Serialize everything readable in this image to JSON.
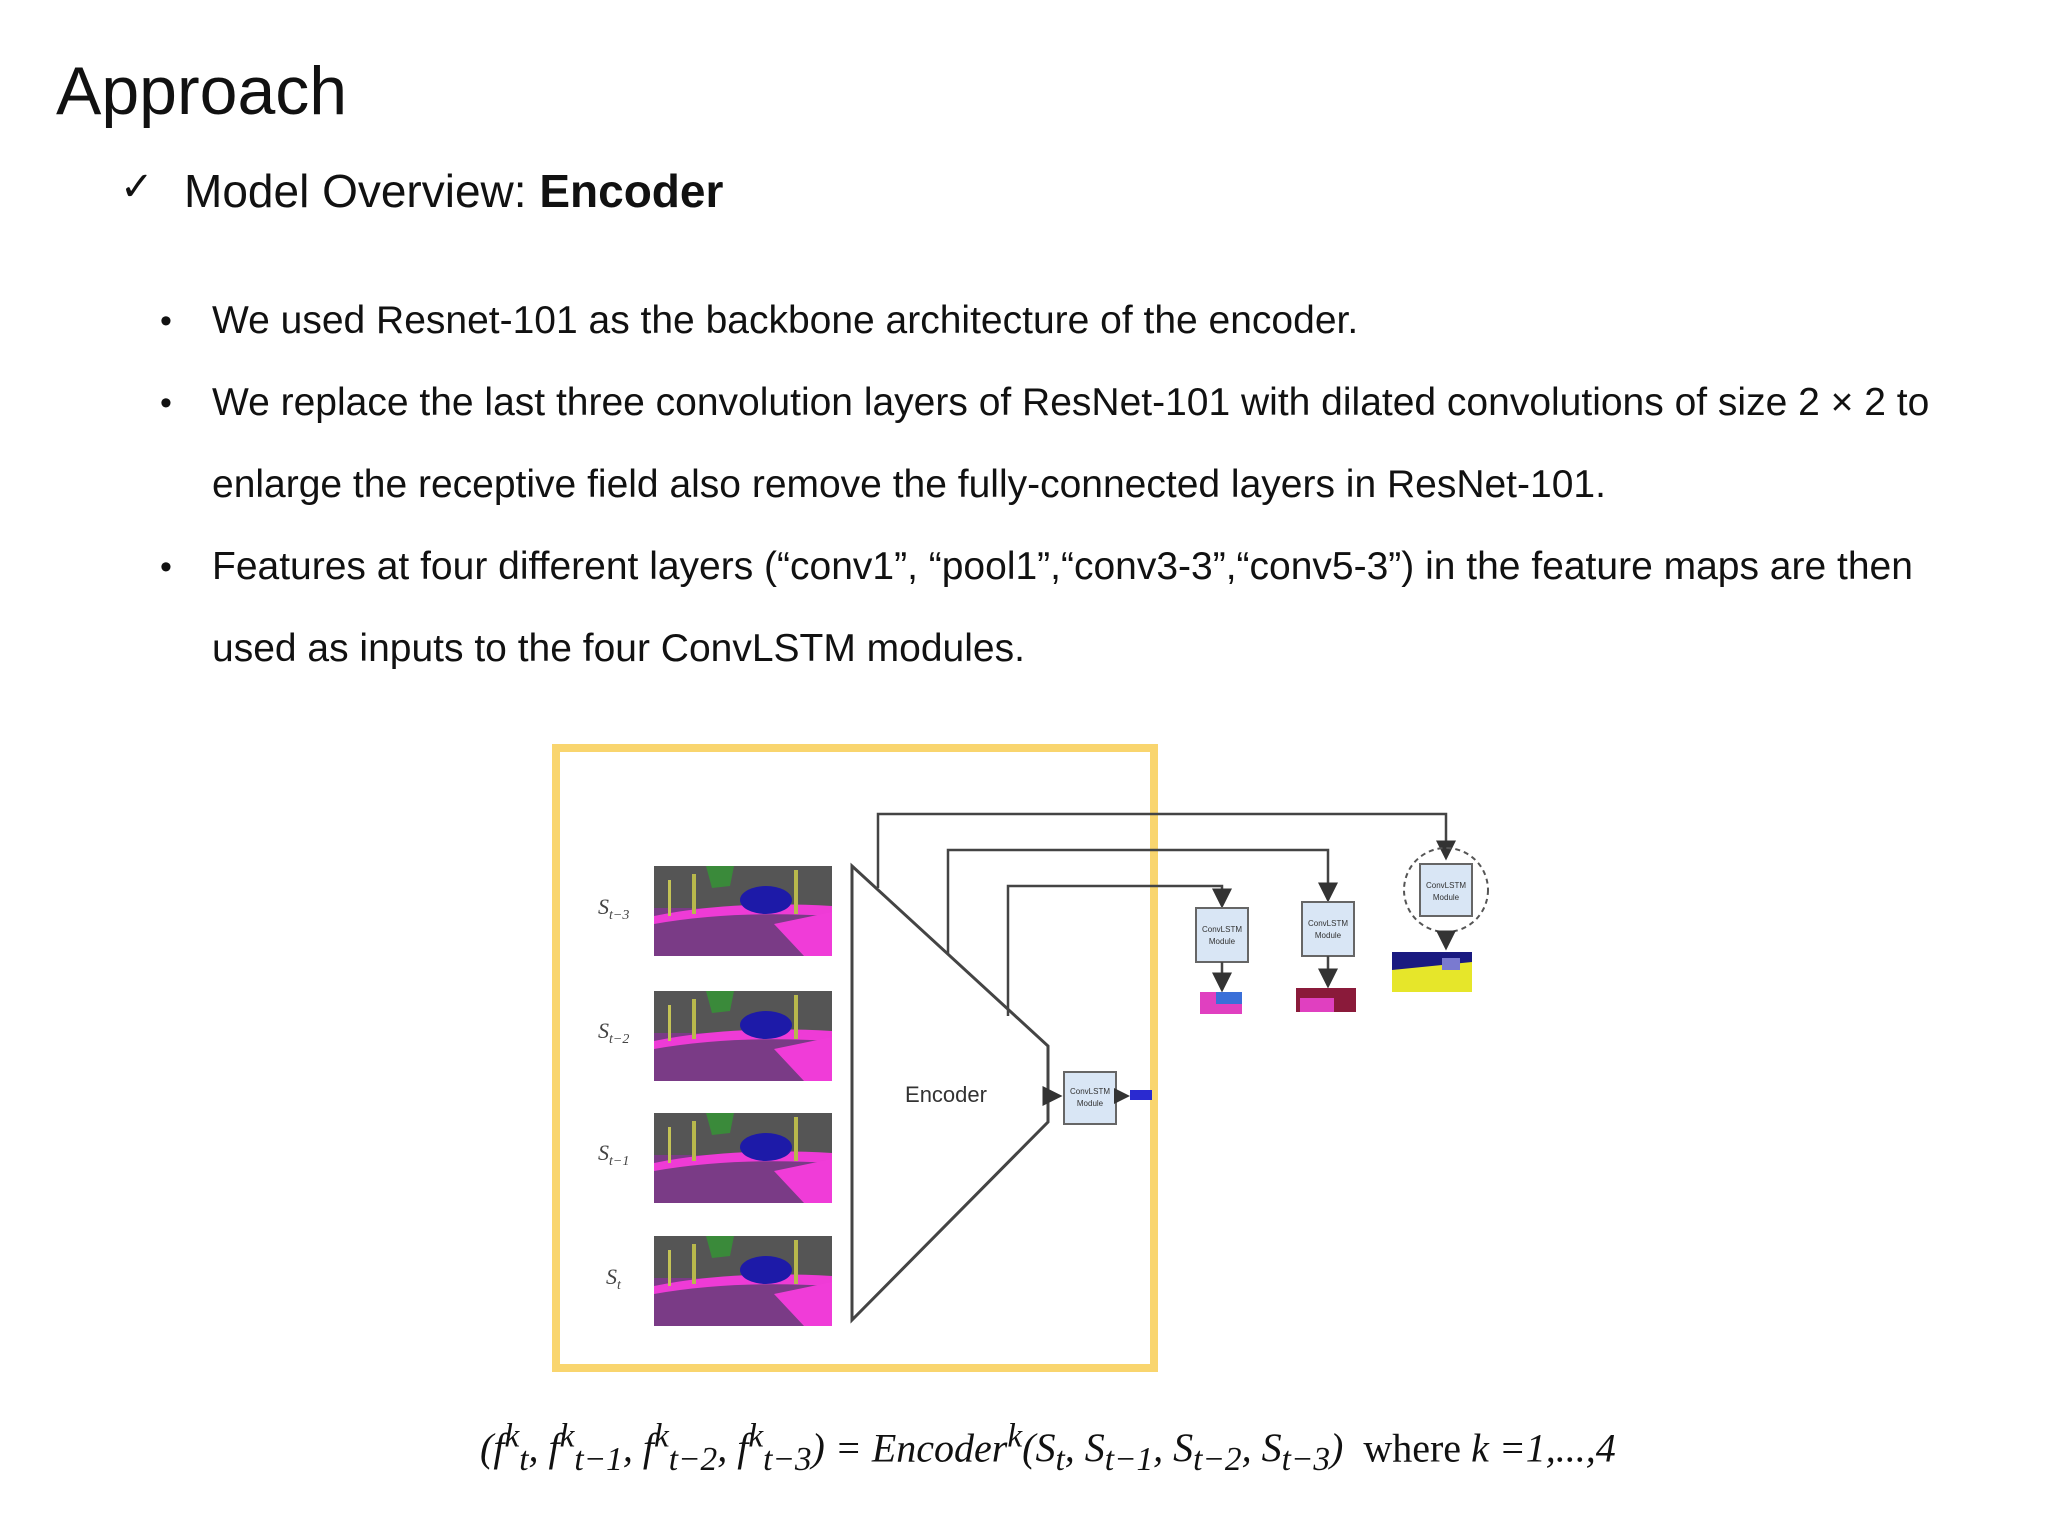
{
  "slide": {
    "title": "Approach",
    "check": "✓",
    "subtitle_prefix": "Model Overview: ",
    "subtitle_bold": "Encoder"
  },
  "bullets": [
    "We used Resnet-101 as the backbone architecture of the encoder.",
    "We replace the last three convolution layers of ResNet-101 with dilated convolutions of size 2 × 2 to enlarge the receptive field also remove the fully-connected layers in ResNet-101.",
    "Features at four different layers (“conv1”, “pool1”,“conv3-3”,“conv5-3”) in the feature maps are then used as inputs to the four ConvLSTM modules."
  ],
  "diagram": {
    "encoder_label": "Encoder",
    "module_label_line1": "ConvLSTM",
    "module_label_line2": "Module",
    "inputs": [
      {
        "base": "S",
        "sub": "t−3"
      },
      {
        "base": "S",
        "sub": "t−2"
      },
      {
        "base": "S",
        "sub": "t−1"
      },
      {
        "base": "S",
        "sub": "t"
      }
    ],
    "highlight_color": "#f9d56e",
    "module_color": "#d9e6f5"
  },
  "formula": {
    "lhs": "(f",
    "sup_k": "k",
    "t": "t",
    "t1": "t−1",
    "t2": "t−2",
    "t3": "t−3",
    "eq": " = Encoder",
    "args": "(S",
    "where": "where",
    "k_expr": "k =1,...,4"
  }
}
